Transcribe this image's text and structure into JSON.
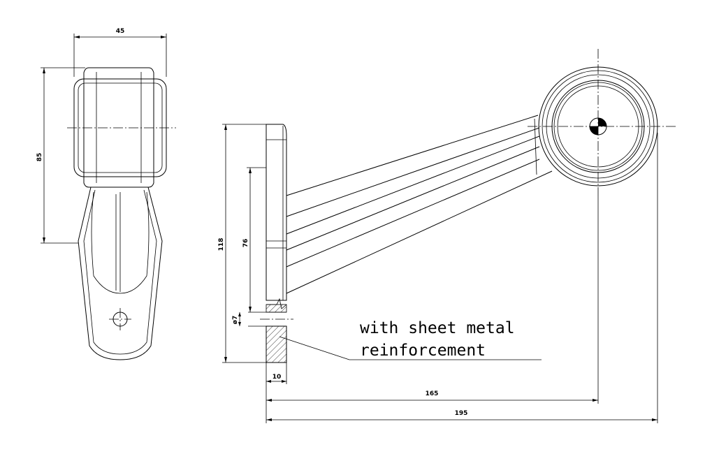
{
  "dimensions": {
    "front_width": "45",
    "front_height": "85",
    "side_total_height": "118",
    "side_inner_height": "76",
    "hole_diameter": "ø7",
    "plate_thickness": "10",
    "reach_to_lens": "165",
    "reach_overall": "195"
  },
  "note": {
    "line1": "with sheet metal",
    "line2": "reinforcement"
  }
}
